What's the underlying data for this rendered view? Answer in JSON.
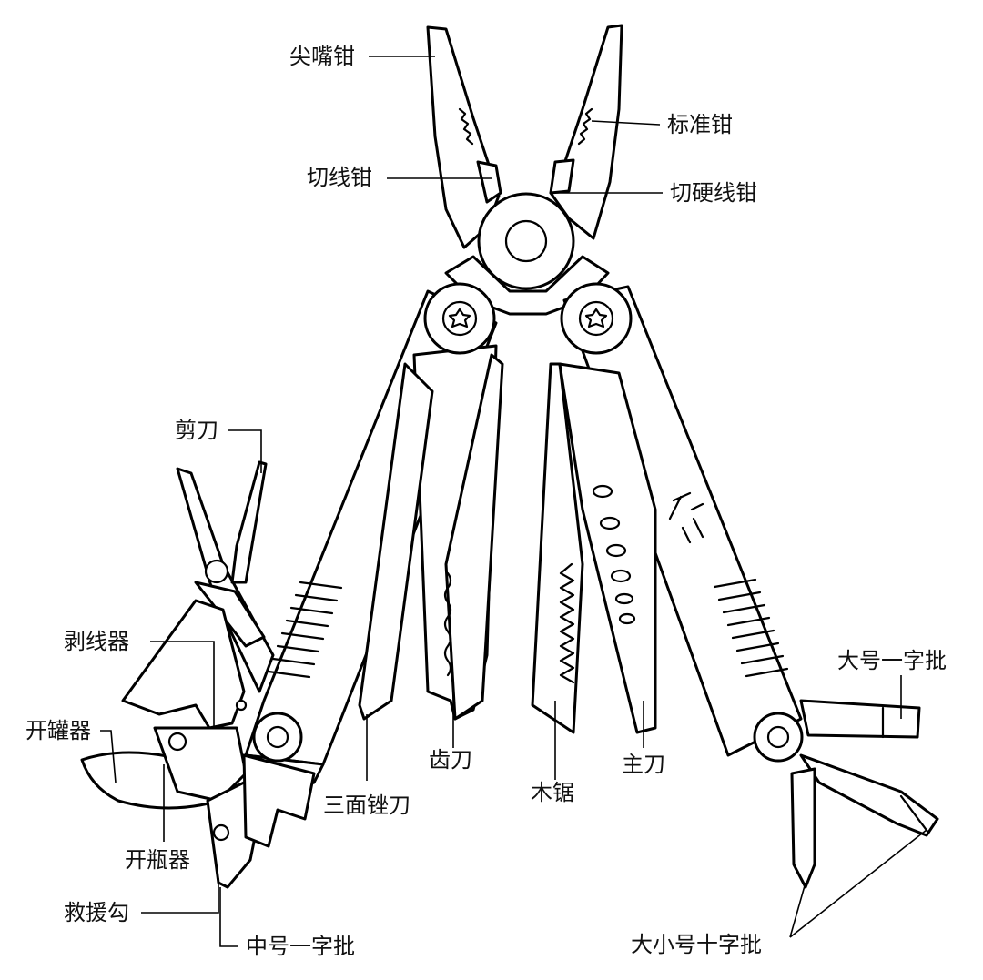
{
  "diagram": {
    "callouts": {
      "needle_nose_pliers": "尖嘴钳",
      "standard_pliers": "标准钳",
      "wire_cutter": "切线钳",
      "hard_wire_cutter": "切硬线钳",
      "scissors": "剪刀",
      "wire_stripper": "剥线器",
      "can_opener": "开罐器",
      "bottle_opener": "开瓶器",
      "rescue_hook": "救援勾",
      "medium_flat_screwdriver": "中号一字批",
      "three_sided_file": "三面锉刀",
      "serrated_knife": "齿刀",
      "wood_saw": "木锯",
      "main_blade": "主刀",
      "large_flat_screwdriver": "大号一字批",
      "phillips_screwdrivers": "大小号十字批"
    }
  }
}
